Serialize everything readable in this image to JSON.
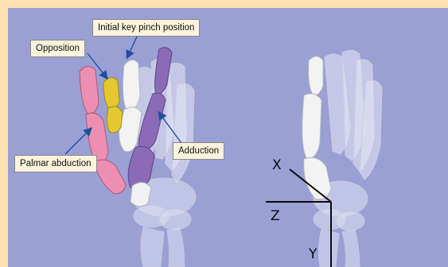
{
  "callouts": {
    "initial_key_pinch": "Initial  key pinch position",
    "opposition": "Opposition",
    "palmar_abduction": "Palmar abduction",
    "adduction": "Adduction"
  },
  "axes": {
    "x": "X",
    "y": "Y",
    "z": "Z"
  },
  "colors": {
    "page_border": "#ffe1b4",
    "panel_background": "#9a9fd4",
    "bone": "#f0f0f0",
    "opposition": "#e5c830",
    "palmar_abduction": "#ec8fb0",
    "adduction": "#8b6bb8",
    "arrow": "#1f4f9e"
  }
}
